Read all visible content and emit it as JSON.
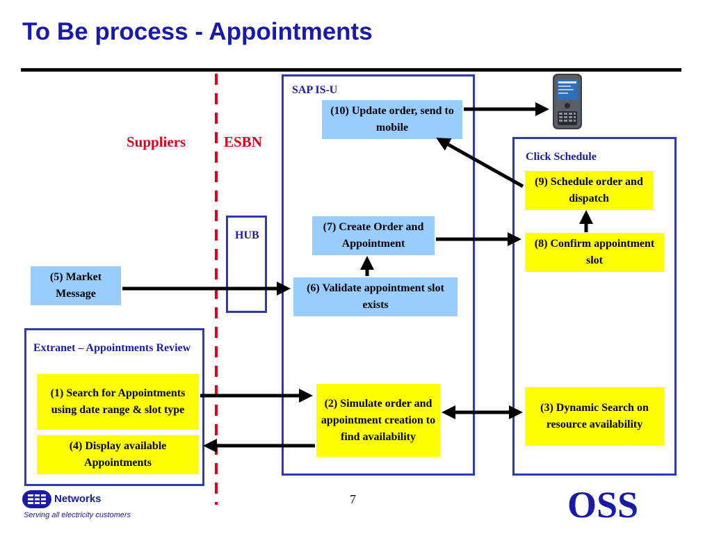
{
  "slide": {
    "title": "To Be process - Appointments",
    "page_number": "7",
    "footer_brand": "OSS"
  },
  "logo": {
    "name": "Networks",
    "tagline": "Serving all electricity customers"
  },
  "lanes": {
    "suppliers": "Suppliers",
    "esbn": "ESBN"
  },
  "zones": {
    "hub": "HUB",
    "sap": "SAP IS-U",
    "click": "Click Schedule",
    "extranet": "Extranet – Appointments Review"
  },
  "steps": {
    "s1": "(1) Search for Appointments using date range & slot type",
    "s2": "(2) Simulate order and appointment creation to find availability",
    "s3": "(3) Dynamic Search on resource availability",
    "s4": "(4) Display available Appointments",
    "s5": "(5) Market Message",
    "s6": "(6) Validate appointment slot exists",
    "s7": "(7) Create Order and Appointment",
    "s8": "(8)  Confirm appointment slot",
    "s9": "(9) Schedule order and dispatch",
    "s10": "(10) Update order, send to mobile"
  },
  "colors": {
    "accent": "#1a1aa6",
    "zone_border": "#2f36b8",
    "process_box": "#99ccff",
    "external_box": "#ffff00",
    "divider": "#e3001b"
  },
  "icons": {
    "device": "mobile-handheld-icon",
    "logo": "esb-logo-icon"
  }
}
